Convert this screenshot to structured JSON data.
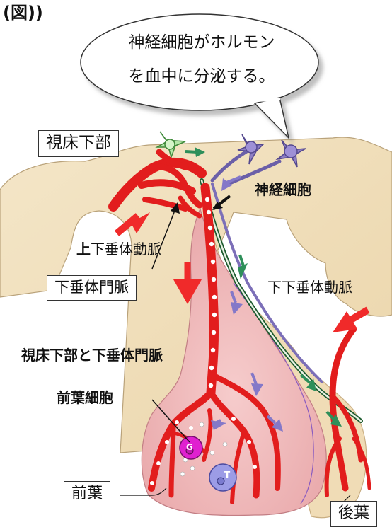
{
  "header_fragment": "(図))",
  "speech_bubble": {
    "line1": "神経細胞がホルモン",
    "line2": "を血中に分泌する。"
  },
  "labels": {
    "hypothalamus": "視床下部",
    "neuron": "神経細胞",
    "superior_hypophyseal_artery_prefix": "上",
    "superior_hypophyseal_artery_rest": "下垂体動脈",
    "portal_vein": "下垂体門脈",
    "inferior_hypophyseal_artery": "下下垂体動脈",
    "hypothalamus_and_portal_vein": "視床下部と下垂体門脈",
    "anterior_lobe_cell": "前葉細胞",
    "anterior_lobe": "前葉",
    "posterior_lobe": "後葉",
    "cell_g": "G",
    "cell_t": "T"
  },
  "colors": {
    "vessel_red": "#e21d1d",
    "arrow_red": "#f02a2a",
    "tissue_tan": "#f2e2c2",
    "anterior_pink": "#efb7b7",
    "neuron_purple": "#8e7fc4",
    "green_arrow": "#2e8f5a",
    "cell_magenta": "#e020d0",
    "cell_lavender": "#9c9ce6"
  }
}
